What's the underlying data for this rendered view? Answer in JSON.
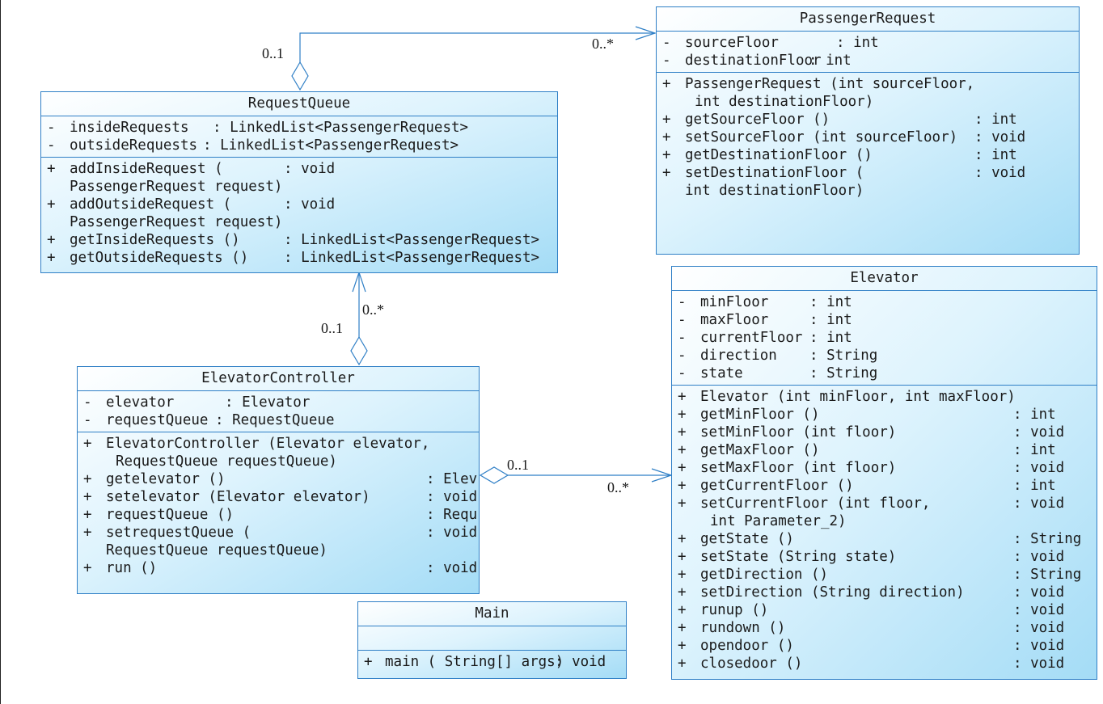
{
  "classes": {
    "passenger_request": {
      "name": "PassengerRequest",
      "attributes": [
        {
          "vis": "-",
          "name": "sourceFloor",
          "type": ": int"
        },
        {
          "vis": "-",
          "name": "destinationFloor",
          "type": ": int"
        }
      ],
      "operations": [
        {
          "vis": "+",
          "sig": "PassengerRequest (int sourceFloor,",
          "cont": "int destinationFloor)",
          "ret": ""
        },
        {
          "vis": "+",
          "sig": "getSourceFloor ()",
          "ret": ": int"
        },
        {
          "vis": "+",
          "sig": "setSourceFloor (int sourceFloor)",
          "ret": ": void"
        },
        {
          "vis": "+",
          "sig": "getDestinationFloor ()",
          "ret": ": int"
        },
        {
          "vis": "+",
          "sig": "setDestinationFloor (",
          "cont": "int destinationFloor)",
          "ret": ": void"
        }
      ]
    },
    "request_queue": {
      "name": "RequestQueue",
      "attributes": [
        {
          "vis": "-",
          "name": "insideRequests",
          "type": ": LinkedList<PassengerRequest>"
        },
        {
          "vis": "-",
          "name": "outsideRequests",
          "type": ": LinkedList<PassengerRequest>"
        }
      ],
      "operations": [
        {
          "vis": "+",
          "sig": "addInsideRequest (",
          "cont": "PassengerRequest request)",
          "ret": ": void"
        },
        {
          "vis": "+",
          "sig": "addOutsideRequest (",
          "cont": "PassengerRequest request)",
          "ret": ": void"
        },
        {
          "vis": "+",
          "sig": "getInsideRequests ()",
          "ret": ": LinkedList<PassengerRequest>"
        },
        {
          "vis": "+",
          "sig": "getOutsideRequests ()",
          "ret": ": LinkedList<PassengerRequest>"
        }
      ]
    },
    "elevator": {
      "name": "Elevator",
      "attributes": [
        {
          "vis": "-",
          "name": "minFloor",
          "type": ": int"
        },
        {
          "vis": "-",
          "name": "maxFloor",
          "type": ": int"
        },
        {
          "vis": "-",
          "name": "currentFloor",
          "type": ": int"
        },
        {
          "vis": "-",
          "name": "direction",
          "type": ": String"
        },
        {
          "vis": "-",
          "name": "state",
          "type": ": String"
        }
      ],
      "operations": [
        {
          "vis": "+",
          "sig": "Elevator (int minFloor, int maxFloor)",
          "ret": ""
        },
        {
          "vis": "+",
          "sig": "getMinFloor ()",
          "ret": ": int"
        },
        {
          "vis": "+",
          "sig": "setMinFloor (int floor)",
          "ret": ": void"
        },
        {
          "vis": "+",
          "sig": "getMaxFloor ()",
          "ret": ": int"
        },
        {
          "vis": "+",
          "sig": "setMaxFloor (int floor)",
          "ret": ": void"
        },
        {
          "vis": "+",
          "sig": "getCurrentFloor ()",
          "ret": ": int"
        },
        {
          "vis": "+",
          "sig": "setCurrentFloor (int floor,",
          "cont": "int Parameter_2)",
          "ret": ": void"
        },
        {
          "vis": "+",
          "sig": "getState ()",
          "ret": ": String"
        },
        {
          "vis": "+",
          "sig": "setState (String state)",
          "ret": ": void"
        },
        {
          "vis": "+",
          "sig": "getDirection ()",
          "ret": ": String"
        },
        {
          "vis": "+",
          "sig": "setDirection (String direction)",
          "ret": ": void"
        },
        {
          "vis": "+",
          "sig": "runup ()",
          "ret": ": void"
        },
        {
          "vis": "+",
          "sig": "rundown ()",
          "ret": ": void"
        },
        {
          "vis": "+",
          "sig": "opendoor ()",
          "ret": ": void"
        },
        {
          "vis": "+",
          "sig": "closedoor ()",
          "ret": ": void"
        }
      ]
    },
    "elevator_controller": {
      "name": "ElevatorController",
      "attributes": [
        {
          "vis": "-",
          "name": "elevator",
          "type": ": Elevator"
        },
        {
          "vis": "-",
          "name": "requestQueue",
          "type": ": RequestQueue"
        }
      ],
      "operations": [
        {
          "vis": "+",
          "sig": "ElevatorController (Elevator elevator,",
          "cont": "RequestQueue requestQueue)",
          "ret": ""
        },
        {
          "vis": "+",
          "sig": "getelevator ()",
          "ret": ": Elev"
        },
        {
          "vis": "+",
          "sig": "setelevator (Elevator elevator)",
          "ret": ": void"
        },
        {
          "vis": "+",
          "sig": "requestQueue ()",
          "ret": ": Requ"
        },
        {
          "vis": "+",
          "sig": "setrequestQueue (",
          "cont": "RequestQueue requestQueue)",
          "ret": ": void"
        },
        {
          "vis": "+",
          "sig": "run ()",
          "ret": ": void"
        }
      ]
    },
    "main": {
      "name": "Main",
      "attributes": [],
      "operations": [
        {
          "vis": "+",
          "sig": "main ( String[] args)",
          "ret": ": void"
        }
      ]
    }
  },
  "associations": {
    "queue_to_request": {
      "near_whole": "0..1",
      "near_part": "0..*"
    },
    "controller_to_queue": {
      "near_whole": "0..1",
      "near_part": "0..*"
    },
    "controller_to_elevator": {
      "near_whole": "0..1",
      "near_part": "0..*"
    }
  },
  "colors": {
    "line": "#2f7fc6",
    "fill_light": "#ddf3fd",
    "fill_dark": "#a4dcf6"
  }
}
